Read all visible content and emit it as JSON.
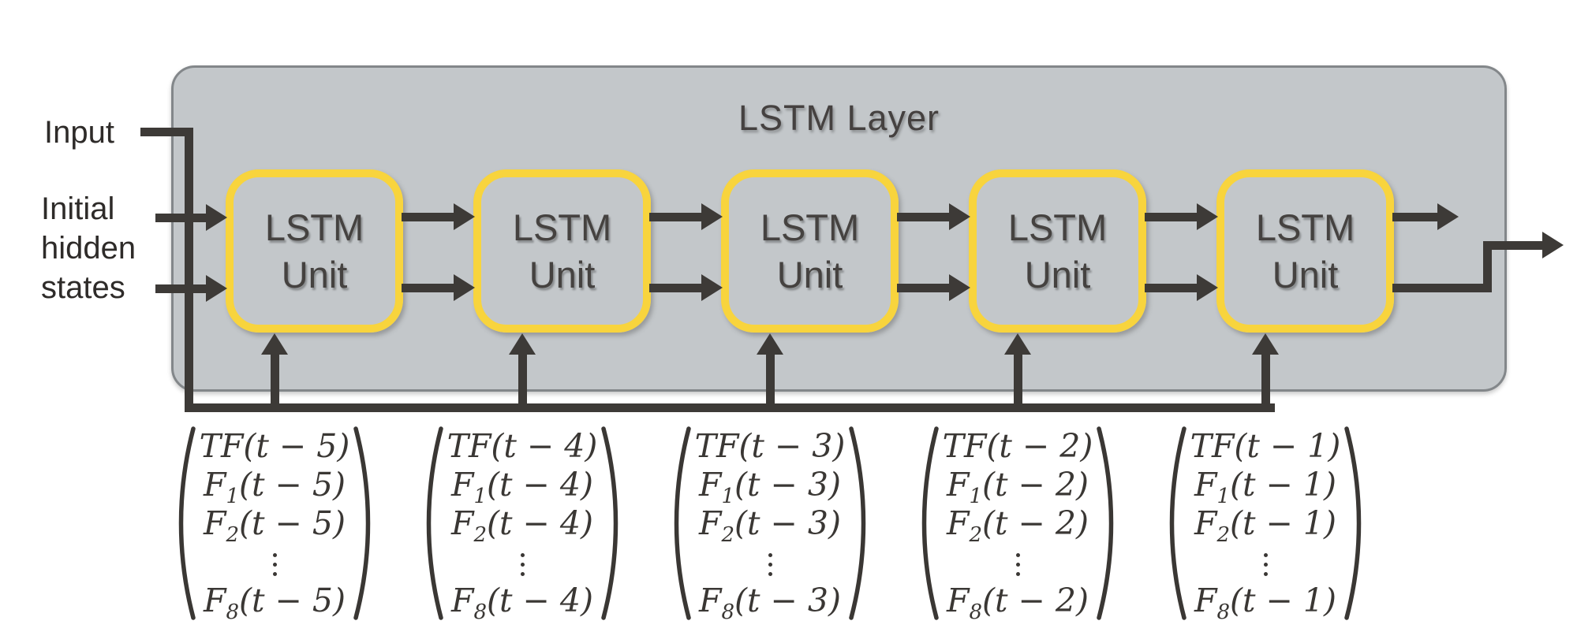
{
  "layer": {
    "title": "LSTM Layer"
  },
  "labels": {
    "input": "Input",
    "initial_hidden_states": "Initial hidden states"
  },
  "units": [
    {
      "label_lines": [
        "LSTM",
        "Unit"
      ]
    },
    {
      "label_lines": [
        "LSTM",
        "Unit"
      ]
    },
    {
      "label_lines": [
        "LSTM",
        "Unit"
      ]
    },
    {
      "label_lines": [
        "LSTM",
        "Unit"
      ]
    },
    {
      "label_lines": [
        "LSTM",
        "Unit"
      ]
    }
  ],
  "input_vectors": [
    {
      "rows": [
        "TF(t − 5)",
        "F₁(t − 5)",
        "F₂(t − 5)",
        "⋮",
        "F₈(t − 5)"
      ]
    },
    {
      "rows": [
        "TF(t − 4)",
        "F₁(t − 4)",
        "F₂(t − 4)",
        "⋮",
        "F₈(t − 4)"
      ]
    },
    {
      "rows": [
        "TF(t − 3)",
        "F₁(t − 3)",
        "F₂(t − 3)",
        "⋮",
        "F₈(t − 3)"
      ]
    },
    {
      "rows": [
        "TF(t − 2)",
        "F₁(t − 2)",
        "F₂(t − 2)",
        "⋮",
        "F₈(t − 2)"
      ]
    },
    {
      "rows": [
        "TF(t − 1)",
        "F₁(t − 1)",
        "F₂(t − 1)",
        "⋮",
        "F₈(t − 1)"
      ]
    }
  ],
  "colors": {
    "background": "#ffffff",
    "layer_fill": "#c3c7ca",
    "layer_border": "#83878a",
    "unit_border_yellow": "#f8d43d",
    "line_dark": "#3d3a37",
    "math_text": "#3a3734",
    "label_text": "#2e2b29"
  }
}
